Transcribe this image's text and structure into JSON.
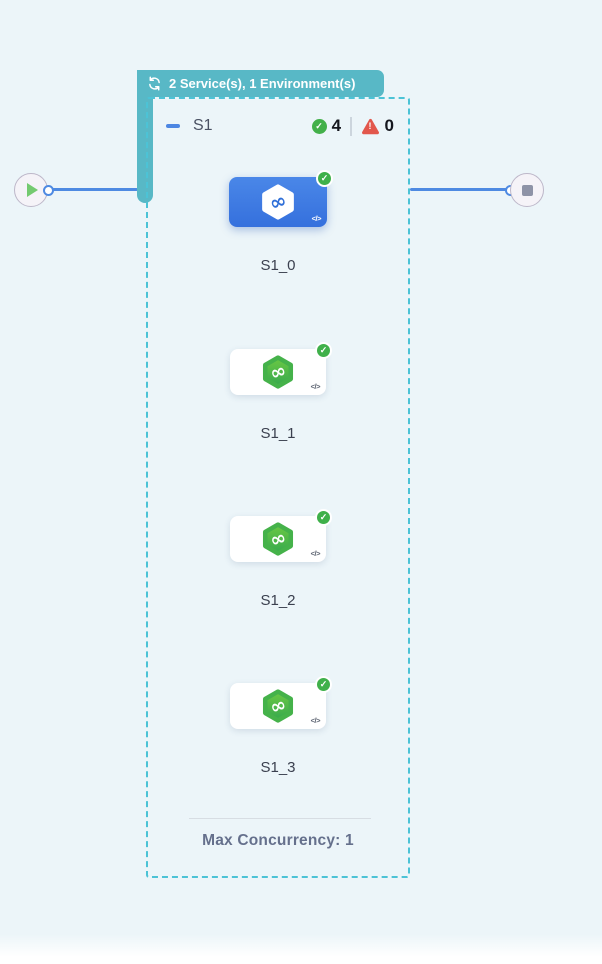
{
  "badge": {
    "label": "2 Service(s), 1 Environment(s)"
  },
  "stage": {
    "name": "S1",
    "success_count": "4",
    "error_count": "0",
    "max_concurrency_label": "Max Concurrency: 1",
    "nodes": [
      {
        "label": "S1_0",
        "selected": true
      },
      {
        "label": "S1_1",
        "selected": false
      },
      {
        "label": "S1_2",
        "selected": false
      },
      {
        "label": "S1_3",
        "selected": false
      }
    ]
  },
  "icons": {
    "infinity_glyph": "∞",
    "code_glyph": "</>",
    "check_glyph": "✓",
    "warning_glyph": "!"
  },
  "colors": {
    "canvas_background": "#ecf5f9",
    "badge_teal": "#58b8c6",
    "dashed_border_teal": "#4cc3d6",
    "edge_blue": "#4e8ae2",
    "selected_card_blue": "#3d7ae0",
    "hexagon_green": "#4bbb45",
    "success_green": "#3fb04a",
    "error_red": "#e2574c"
  }
}
